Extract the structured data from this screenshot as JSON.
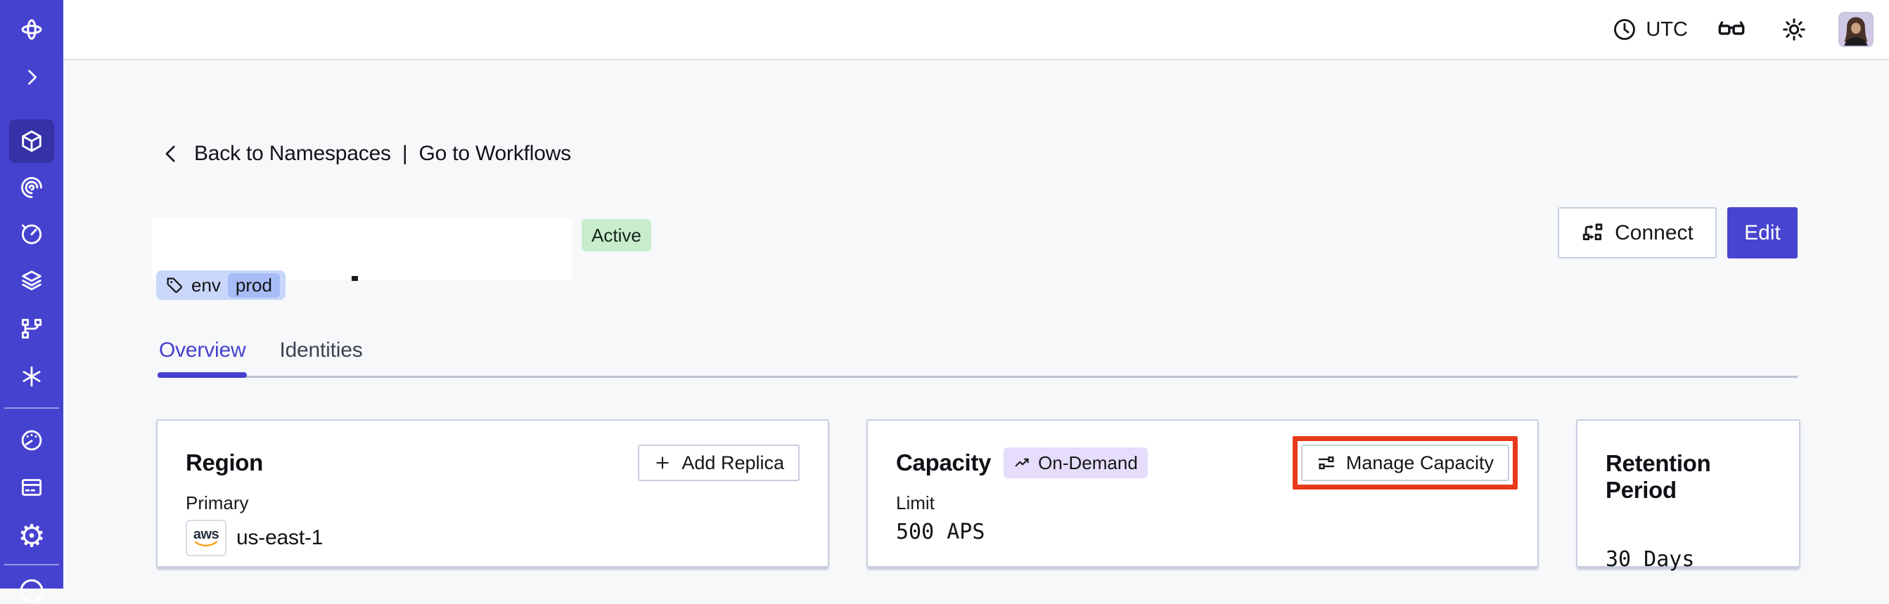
{
  "palette": {
    "accent_indigo": "#4642d0",
    "active_tile": "#38349f",
    "status_green_bg": "#c7edcd",
    "tag_chip_bg": "#c9d7fb",
    "tag_chip_inner_bg": "#a8bdf6",
    "ondemand_badge_bg": "#e5ddfb",
    "highlight_red": "#e8391b",
    "page_bg": "#f7f8fa",
    "card_border": "#c9cfe0"
  },
  "sidebar": {
    "items": [
      {
        "icon": "temporal-logo-icon"
      },
      {
        "icon": "chevron-right-icon"
      },
      {
        "icon": "cube-namespaces-icon",
        "active": true
      },
      {
        "icon": "workflows-spiral-icon"
      },
      {
        "icon": "schedules-clock-icon"
      },
      {
        "icon": "layers-icon"
      },
      {
        "icon": "branch-icon"
      },
      {
        "icon": "nexus-asterisk-icon"
      },
      {
        "icon": "usage-gauge-icon"
      },
      {
        "icon": "billing-card-icon"
      },
      {
        "icon": "settings-gear-icon",
        "gear_glyph": "⚙"
      },
      {
        "icon": "account-circle-icon-partial"
      }
    ]
  },
  "header": {
    "timezone": "UTC",
    "icons": [
      "clock-icon",
      "glasses-icon",
      "sun-icon",
      "avatar"
    ]
  },
  "breadcrumb": {
    "back": "Back to Namespaces",
    "separator": "|",
    "forward": "Go to Workflows"
  },
  "namespace": {
    "status": "Active",
    "tag_key": "env",
    "tag_value": "prod"
  },
  "actions": {
    "connect": "Connect",
    "edit": "Edit"
  },
  "tabs": [
    {
      "label": "Overview",
      "active": true
    },
    {
      "label": "Identities",
      "active": false
    }
  ],
  "cards": {
    "region": {
      "title": "Region",
      "add_replica": "Add Replica",
      "label": "Primary",
      "provider": "aws",
      "value": "us-east-1"
    },
    "capacity": {
      "title": "Capacity",
      "badge": "On-Demand",
      "manage": "Manage Capacity",
      "label": "Limit",
      "value": "500 APS",
      "highlighted": true
    },
    "retention": {
      "title": "Retention Period",
      "value": "30 Days"
    }
  }
}
